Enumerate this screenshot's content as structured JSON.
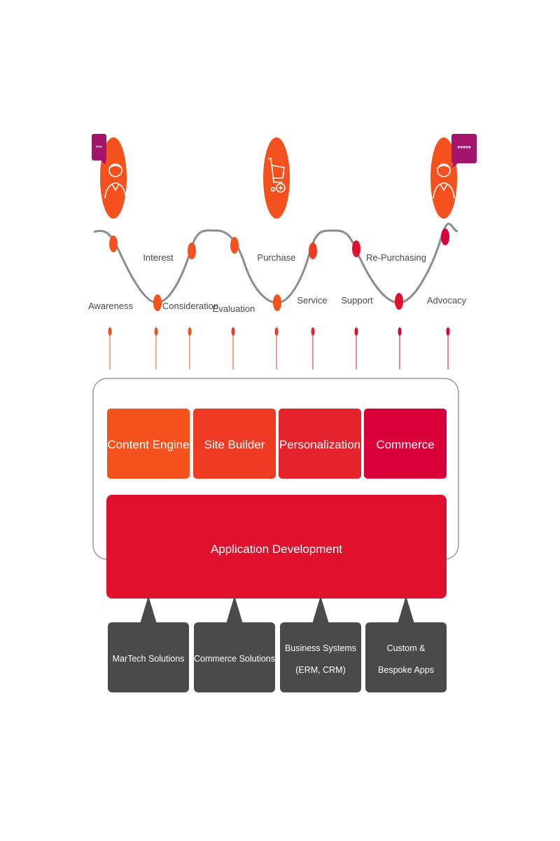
{
  "personas": {
    "left_bubble": "\"\"",
    "right_bubble": "*****"
  },
  "stages": [
    {
      "label": "Awareness"
    },
    {
      "label": "Interest"
    },
    {
      "label": "Consideration"
    },
    {
      "label": "Evaluation"
    },
    {
      "label": "Purchase"
    },
    {
      "label": "Service"
    },
    {
      "label": "Support"
    },
    {
      "label": "Re-Purchasing"
    },
    {
      "label": "Advocacy"
    }
  ],
  "platform": {
    "modules": [
      {
        "label": "Content Engine",
        "color": "#f4511e"
      },
      {
        "label": "Site Builder",
        "color": "#ef3b24"
      },
      {
        "label": "Personalization",
        "color": "#e4232e"
      },
      {
        "label": "Commerce",
        "color": "#d9003a"
      }
    ],
    "foundation": {
      "label": "Application Development",
      "color": "#e1102d"
    }
  },
  "integrations": [
    {
      "lines": [
        "MarTech Solutions"
      ]
    },
    {
      "lines": [
        "Commerce Solutions"
      ]
    },
    {
      "lines": [
        "Business Systems",
        "(ERM, CRM)"
      ]
    },
    {
      "lines": [
        "Custom &",
        "Bespoke Apps"
      ]
    }
  ],
  "colors": {
    "orange": "#f4511e",
    "red": "#e1102d",
    "crimson": "#d9003a",
    "magenta": "#a3146a",
    "dark": "#4a4a4a",
    "curve": "#8c8c8c"
  }
}
